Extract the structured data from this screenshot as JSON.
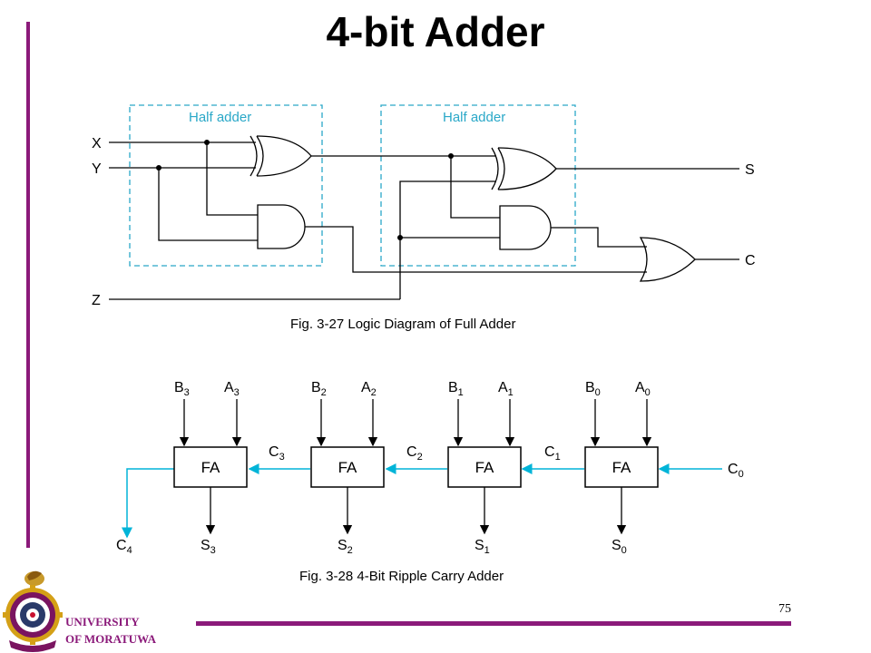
{
  "slide": {
    "title": "4-bit Adder",
    "page_number": "75",
    "university_line1": "UNIVERSITY",
    "university_line2": "OF MORATUWA"
  },
  "full_adder": {
    "half_adder_label_1": "Half adder",
    "half_adder_label_2": "Half adder",
    "input_x": "X",
    "input_y": "Y",
    "input_z": "Z",
    "output_s": "S",
    "output_c": "C",
    "caption": "Fig. 3-27  Logic Diagram of Full Adder"
  },
  "ripple_adder": {
    "block_label": "FA",
    "stages": [
      {
        "b": "B",
        "a": "A",
        "s": "S",
        "idx": "3"
      },
      {
        "b": "B",
        "a": "A",
        "s": "S",
        "idx": "2"
      },
      {
        "b": "B",
        "a": "A",
        "s": "S",
        "idx": "1"
      },
      {
        "b": "B",
        "a": "A",
        "s": "S",
        "idx": "0"
      }
    ],
    "carries": [
      {
        "c": "C",
        "idx": "3"
      },
      {
        "c": "C",
        "idx": "2"
      },
      {
        "c": "C",
        "idx": "1"
      }
    ],
    "carry_in": {
      "c": "C",
      "idx": "0"
    },
    "carry_out": {
      "c": "C",
      "idx": "4"
    },
    "caption": "Fig. 3-28  4-Bit Ripple Carry Adder"
  },
  "colors": {
    "accent": "#8b1a7a",
    "carry_line": "#00b4d8",
    "half_adder_box": "#2aa8c8"
  }
}
